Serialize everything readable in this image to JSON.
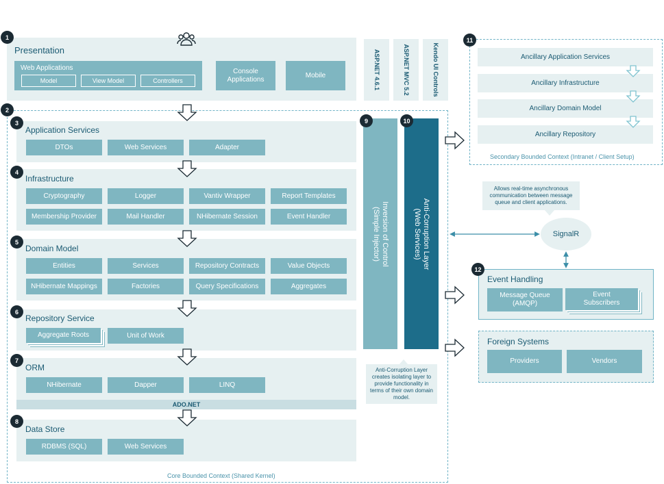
{
  "presentation": {
    "num": "1",
    "title": "Presentation",
    "web_apps": {
      "title": "Web Applications",
      "items": [
        "Model",
        "View Model",
        "Controllers"
      ]
    },
    "console": "Console Applications",
    "mobile": "Mobile"
  },
  "tech": [
    "ASP.NET 4.6.1",
    "ASP.NET MVC 5.2",
    "Kendo UI Controls"
  ],
  "core": {
    "num": "2",
    "caption": "Core Bounded Context (Shared Kernel)"
  },
  "app_services": {
    "num": "3",
    "title": "Application Services",
    "items": [
      "DTOs",
      "Web Services",
      "Adapter"
    ]
  },
  "infrastructure": {
    "num": "4",
    "title": "Infrastructure",
    "items": [
      "Cryptography",
      "Logger",
      "Vantiv Wrapper",
      "Report Templates",
      "Membership Provider",
      "Mail Handler",
      "NHibernate Session",
      "Event Handler"
    ]
  },
  "domain_model": {
    "num": "5",
    "title": "Domain Model",
    "items": [
      "Entities",
      "Services",
      "Repository Contracts",
      "Value Objects",
      "NHibernate Mappings",
      "Factories",
      "Query Specifications",
      "Aggregates"
    ]
  },
  "repository": {
    "num": "6",
    "title": "Repository Service",
    "items": [
      "Aggregate Roots",
      "Unit of Work"
    ]
  },
  "orm": {
    "num": "7",
    "title": "ORM",
    "items": [
      "NHibernate",
      "Dapper",
      "LINQ"
    ],
    "ado": "ADO.NET"
  },
  "data_store": {
    "num": "8",
    "title": "Data Store",
    "items": [
      "RDBMS (SQL)",
      "Web Services"
    ]
  },
  "ioc": {
    "num": "9",
    "line1": "Inversion of Control",
    "line2": "(Simple Injector)"
  },
  "acl": {
    "num": "10",
    "line1": "Anti-Corruption Layer",
    "line2": "(Web Services)",
    "note": "Anti-Corruption Layer creates isolating layer to provide functionality in terms of their own domain model."
  },
  "secondary": {
    "num": "11",
    "items": [
      "Ancillary Application Services",
      "Ancillary Infrastructure",
      "Ancillary Domain Model",
      "Ancillary Repository"
    ],
    "caption": "Secondary Bounded Context (Intranet / Client Setup)"
  },
  "signalr": {
    "label": "SignalR",
    "note": "Allows real-time asynchronous communication between message queue and client applications."
  },
  "event_handling": {
    "num": "12",
    "title": "Event Handling",
    "items": [
      "Message Queue (AMQP)",
      "Event Subscribers"
    ]
  },
  "foreign": {
    "title": "Foreign Systems",
    "items": [
      "Providers",
      "Vendors"
    ]
  },
  "colors": {
    "box": "#7fb6c1",
    "panel": "#e6f0f1",
    "dark": "#1d6d8a",
    "ioc": "#7fb6c1",
    "text": "#1a5a72"
  }
}
